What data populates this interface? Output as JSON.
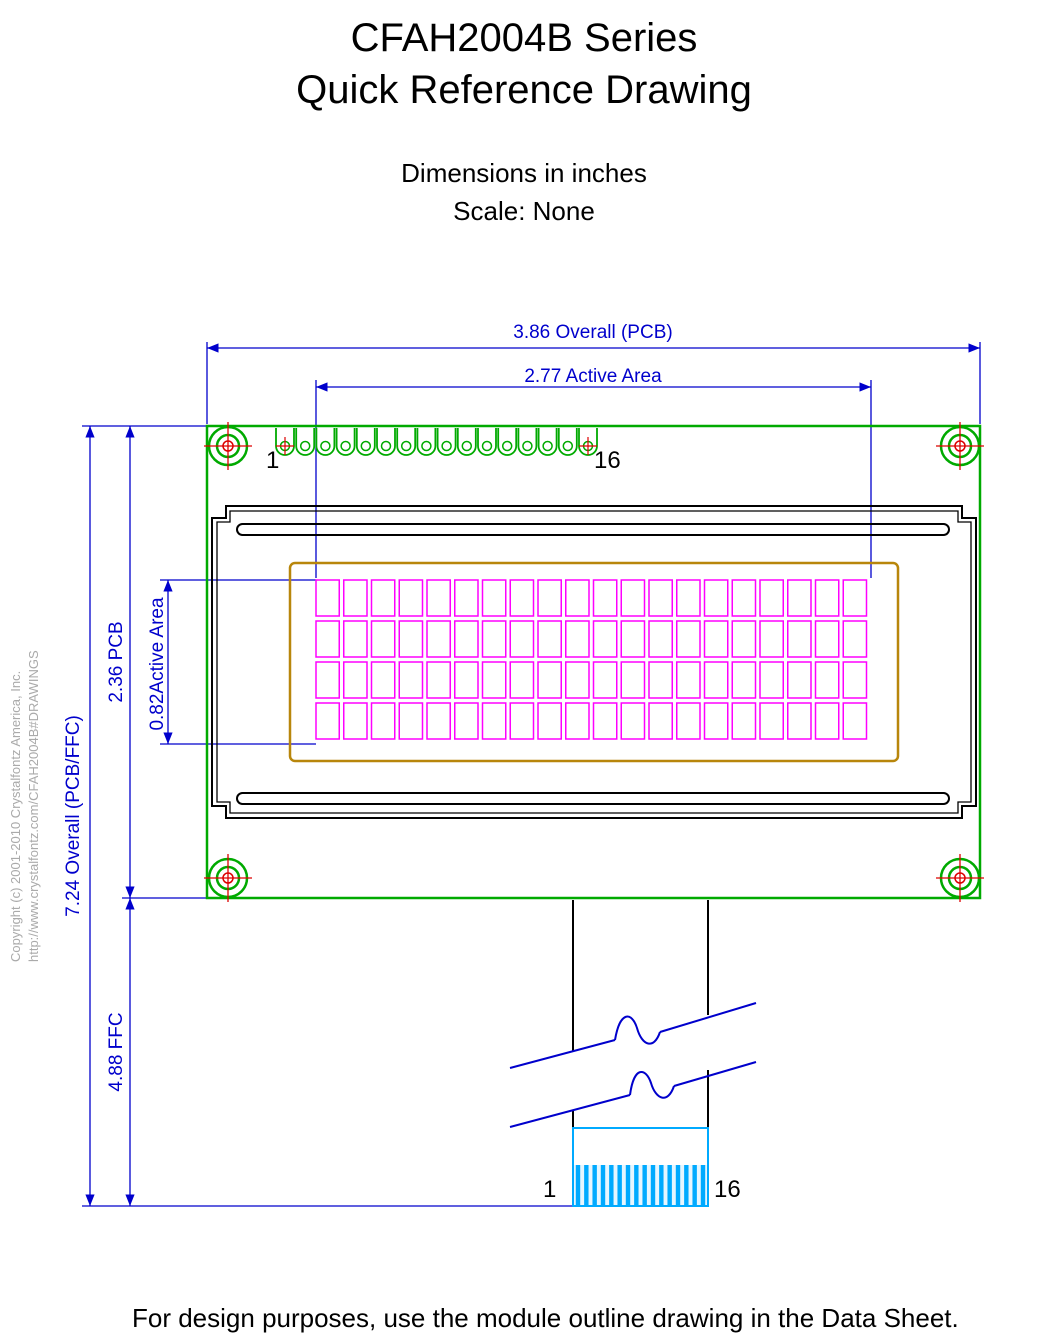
{
  "title": {
    "line1": "CFAH2004B Series",
    "line2": "Quick Reference Drawing"
  },
  "notes": {
    "units": "Dimensions in inches",
    "scale": "Scale: None"
  },
  "dimensions": {
    "overall_width": "3.86 Overall (PCB)",
    "active_width": "2.77 Active Area",
    "overall_height": "7.24 Overall (PCB/FFC)",
    "pcb_height": "2.36 PCB",
    "active_height": "0.82Active Area",
    "ffc_length": "4.88 FFC"
  },
  "pins": {
    "top_first": "1",
    "top_last": "16",
    "ffc_first": "1",
    "ffc_last": "16",
    "count": 16
  },
  "display": {
    "columns": 20,
    "rows": 4
  },
  "copyright": {
    "line1": "Copyright (c) 2001-2010 Crystalfontz America, Inc.",
    "line2": "http://www.crystalfontz.com/CFAH2004B#DRAWINGS"
  },
  "footer": "For design purposes, use the module outline drawing in the Data Sheet.",
  "colors": {
    "dimension": "#0000cc",
    "pcb": "#00aa00",
    "pixel": "#ff00ff",
    "viewing_area": "#b8860b",
    "ffc_contacts": "#00aaff",
    "centerline": "#dd0000",
    "copyright_text": "#aaaaaa"
  }
}
